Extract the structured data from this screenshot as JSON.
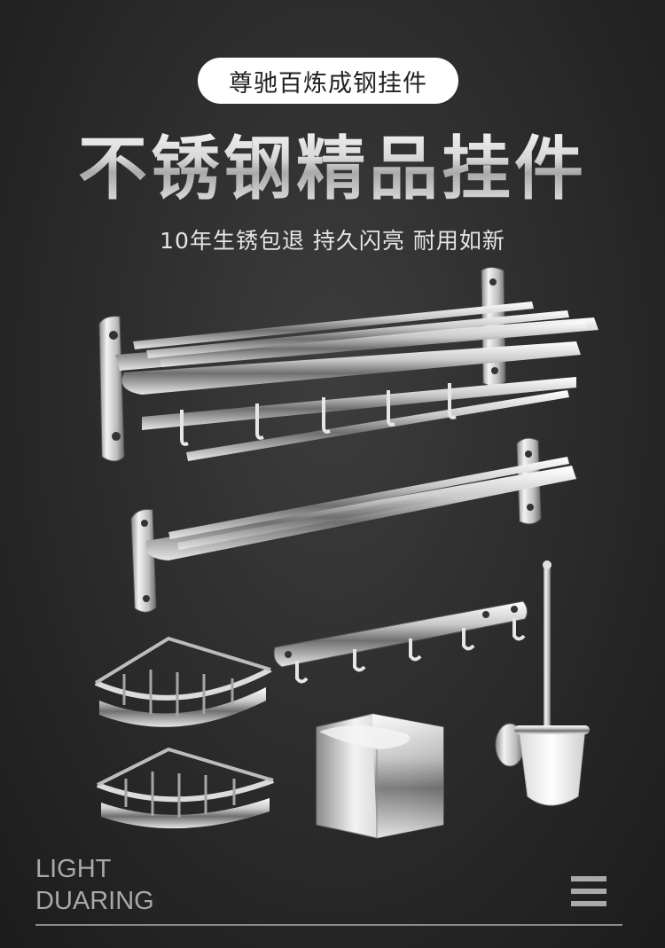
{
  "badge": {
    "text": "尊驰百炼成钢挂件"
  },
  "headline": {
    "text": "不锈钢精品挂件"
  },
  "tagline": {
    "text": "10年生锈包退 持久闪亮 耐用如新"
  },
  "footer": {
    "line1": "LIGHT",
    "line2": "DUARING"
  },
  "icons": {
    "menu": "hamburger-menu-icon"
  },
  "colors": {
    "background": "#2a2a2a",
    "pill": "#ffffff",
    "footer_text": "#a9a9a9"
  }
}
